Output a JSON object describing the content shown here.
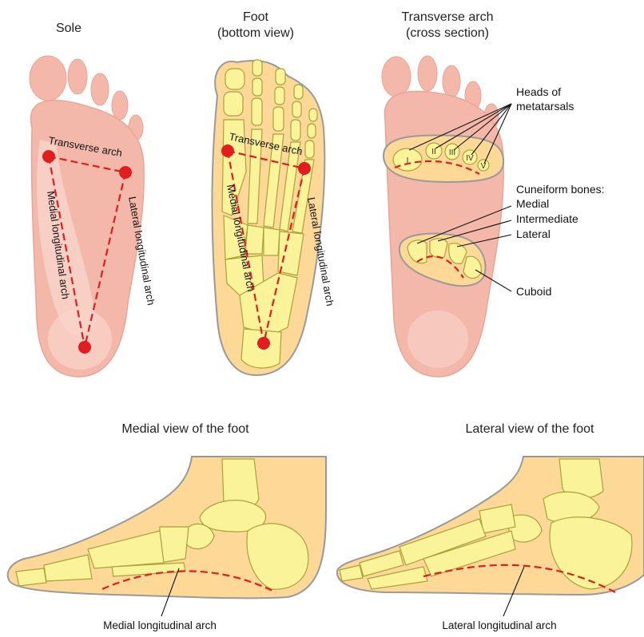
{
  "titles": {
    "sole": "Sole",
    "foot_line1": "Foot",
    "foot_line2": "(bottom view)",
    "transverse_line1": "Transverse arch",
    "transverse_line2": "(cross section)",
    "medial_view": "Medial view of the foot",
    "lateral_view": "Lateral view of the foot"
  },
  "arch_labels": {
    "transverse": "Transverse arch",
    "medial_longitudinal": "Medial longitudinal arch",
    "lateral_longitudinal": "Lateral longitudinal arch"
  },
  "cross_section": {
    "heads_line1": "Heads of",
    "heads_line2": "metatarsals",
    "cuneiform_title": "Cuneiform bones:",
    "cuneiform_medial": "Medial",
    "cuneiform_intermediate": "Intermediate",
    "cuneiform_lateral": "Lateral",
    "cuboid": "Cuboid",
    "numerals": [
      "I",
      "II",
      "III",
      "IV",
      "V"
    ]
  },
  "side_captions": {
    "medial": "Medial longitudinal arch",
    "lateral": "Lateral longitudinal arch"
  },
  "colors": {
    "skin": "#f4b8aa",
    "skin_light": "#f9d4cb",
    "skin_outline": "#e8a596",
    "bone": "#fbf39a",
    "bone_outline": "#a9a23a",
    "tissue": "#fdd896",
    "tissue_outline": "#9a9a9a",
    "arch_red": "#e01e1e"
  }
}
